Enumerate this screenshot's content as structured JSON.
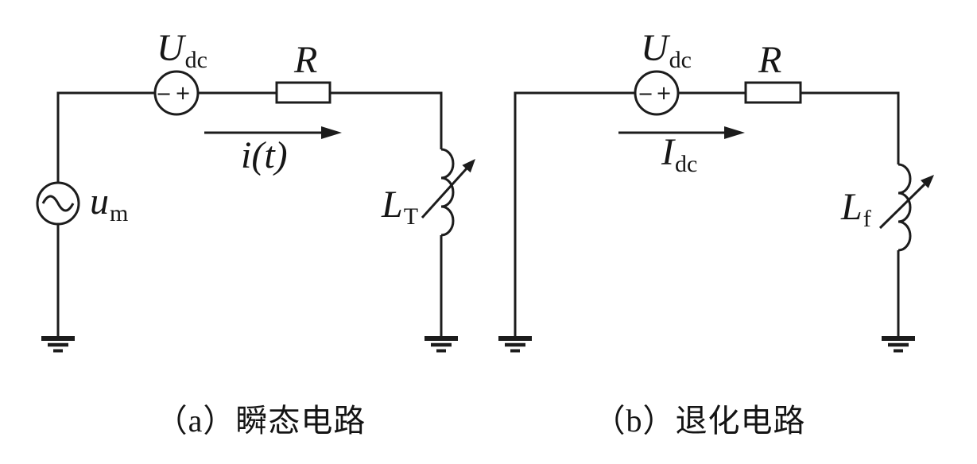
{
  "figure": {
    "background": "#ffffff",
    "line_color": "#1c1c1c",
    "text_color": "#161616"
  },
  "circuit_a": {
    "caption": "（a）瞬态电路",
    "dc_source_label": {
      "main": "U",
      "sub": "dc"
    },
    "dc_source_minus": "−",
    "dc_source_plus": "+",
    "ac_source_label": {
      "main": "u",
      "sub": "m"
    },
    "resistor_label": "R",
    "current_label": "i(t)",
    "inductor_label": {
      "main": "L",
      "sub": "T"
    }
  },
  "circuit_b": {
    "caption": "（b）退化电路",
    "dc_source_label": {
      "main": "U",
      "sub": "dc"
    },
    "dc_source_minus": "−",
    "dc_source_plus": "+",
    "resistor_label": "R",
    "current_label": {
      "main": "I",
      "sub": "dc"
    },
    "inductor_label": {
      "main": "L",
      "sub": "f"
    }
  }
}
